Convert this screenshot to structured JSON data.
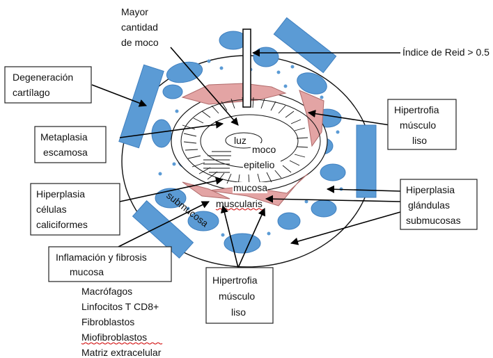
{
  "labels": {
    "mayor": [
      "Mayor",
      "cantidad",
      "de moco"
    ],
    "reid": "Índice de Reid > 0.5",
    "degeneracion": [
      "Degeneración",
      "cartílago"
    ],
    "hipertrofia_right": [
      "Hipertrofia",
      "músculo",
      "liso"
    ],
    "metaplasia": [
      "Metaplasia",
      "escamosa"
    ],
    "hiperplasia_celulas": [
      "Hiperplasia",
      "células",
      "caliciformes"
    ],
    "hiperplasia_glandulas": [
      "Hiperplasia",
      "glándulas",
      "submucosas"
    ],
    "inflamacion": [
      "Inflamación y fibrosis",
      "mucosa"
    ],
    "hipertrofia_bottom": [
      "Hipertrofia",
      "músculo",
      "liso"
    ],
    "cell_list": [
      "Macrófagos",
      "Linfocitos T CD8+",
      "Fibroblastos",
      "Miofibroblastos",
      "Matriz extracelular"
    ]
  },
  "inner_labels": {
    "luz": "luz",
    "moco": "moco",
    "epitelio": "epitelio",
    "mucosa": "mucosa",
    "muscularis": "muscularis",
    "submucosa": "submucosa"
  },
  "colors": {
    "gland_fill": "#5b9bd5",
    "gland_stroke": "#3f7fbf",
    "muscle_fill": "#e3a4a4",
    "underline_error": "#d00000"
  }
}
